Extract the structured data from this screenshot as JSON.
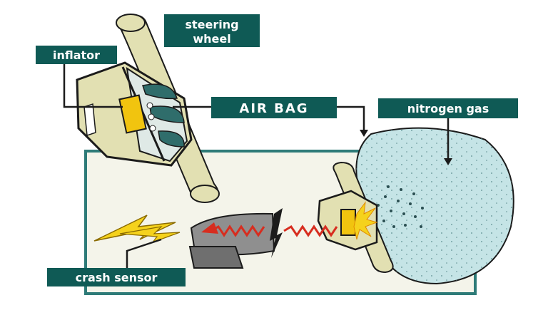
{
  "labels": {
    "steering_wheel_line1": "steering",
    "steering_wheel_line2": "wheel",
    "inflator": "inflator",
    "air_bag": "AIR BAG",
    "nitrogen_gas": "nitrogen gas",
    "crash_sensor": "crash sensor"
  },
  "colors": {
    "label_bg": "#0f5a55",
    "label_text": "#ffffff",
    "wheel_fill": "#e2e0b2",
    "gas_fill": "#c5e4e6",
    "panel_border": "#2e7b78",
    "panel_fill": "#f4f4ea",
    "spark": "#f5d21c",
    "sensor_gray": "#8f8f8f",
    "wire_red": "#d72d1f"
  },
  "icons": [
    "steering-wheel-icon",
    "inflator-icon",
    "air-bag-icon",
    "gas-cloud-icon",
    "crash-sensor-icon",
    "lightning-icon",
    "spark-icon"
  ]
}
